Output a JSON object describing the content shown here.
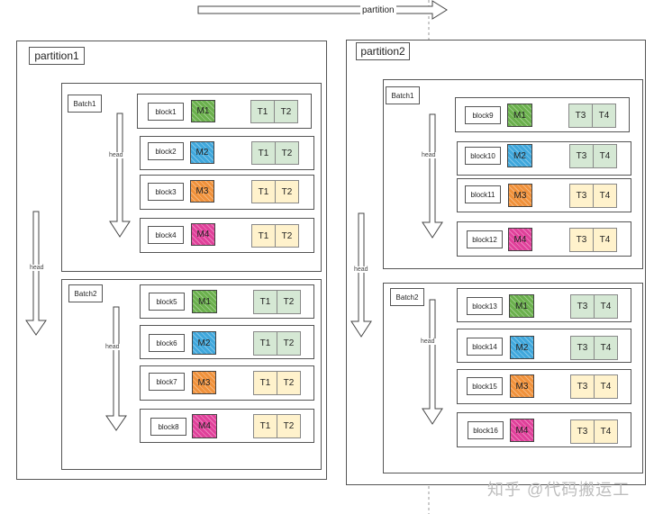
{
  "top_arrow_label": "partition",
  "head_label": "head",
  "watermark": "知乎 @代码搬运工",
  "colors": {
    "m1": "#6ab04c",
    "m2": "#3fa7dc",
    "m3": "#f0913a",
    "m4": "#e0409a",
    "t_green": "#d5e8d4",
    "t_yellow": "#fff2cc"
  },
  "partitions": [
    {
      "label": "partition1",
      "batches": [
        {
          "label": "Batch1",
          "blocks": [
            {
              "label": "block1",
              "m": "M1",
              "t": [
                "T1",
                "T2"
              ],
              "t_color": "green"
            },
            {
              "label": "block2",
              "m": "M2",
              "t": [
                "T1",
                "T2"
              ],
              "t_color": "green"
            },
            {
              "label": "block3",
              "m": "M3",
              "t": [
                "T1",
                "T2"
              ],
              "t_color": "yellow"
            },
            {
              "label": "block4",
              "m": "M4",
              "t": [
                "T1",
                "T2"
              ],
              "t_color": "yellow"
            }
          ]
        },
        {
          "label": "Batch2",
          "blocks": [
            {
              "label": "block5",
              "m": "M1",
              "t": [
                "T1",
                "T2"
              ],
              "t_color": "green"
            },
            {
              "label": "block6",
              "m": "M2",
              "t": [
                "T1",
                "T2"
              ],
              "t_color": "green"
            },
            {
              "label": "block7",
              "m": "M3",
              "t": [
                "T1",
                "T2"
              ],
              "t_color": "yellow"
            },
            {
              "label": "block8",
              "m": "M4",
              "t": [
                "T1",
                "T2"
              ],
              "t_color": "yellow"
            }
          ]
        }
      ]
    },
    {
      "label": "partition2",
      "batches": [
        {
          "label": "Batch1",
          "blocks": [
            {
              "label": "block9",
              "m": "M1",
              "t": [
                "T3",
                "T4"
              ],
              "t_color": "green"
            },
            {
              "label": "block10",
              "m": "M2",
              "t": [
                "T3",
                "T4"
              ],
              "t_color": "green"
            },
            {
              "label": "block11",
              "m": "M3",
              "t": [
                "T3",
                "T4"
              ],
              "t_color": "yellow"
            },
            {
              "label": "block12",
              "m": "M4",
              "t": [
                "T3",
                "T4"
              ],
              "t_color": "yellow"
            }
          ]
        },
        {
          "label": "Batch2",
          "blocks": [
            {
              "label": "block13",
              "m": "M1",
              "t": [
                "T3",
                "T4"
              ],
              "t_color": "green"
            },
            {
              "label": "block14",
              "m": "M2",
              "t": [
                "T3",
                "T4"
              ],
              "t_color": "green"
            },
            {
              "label": "block15",
              "m": "M3",
              "t": [
                "T3",
                "T4"
              ],
              "t_color": "yellow"
            },
            {
              "label": "block16",
              "m": "M4",
              "t": [
                "T3",
                "T4"
              ],
              "t_color": "yellow"
            }
          ]
        }
      ]
    }
  ]
}
